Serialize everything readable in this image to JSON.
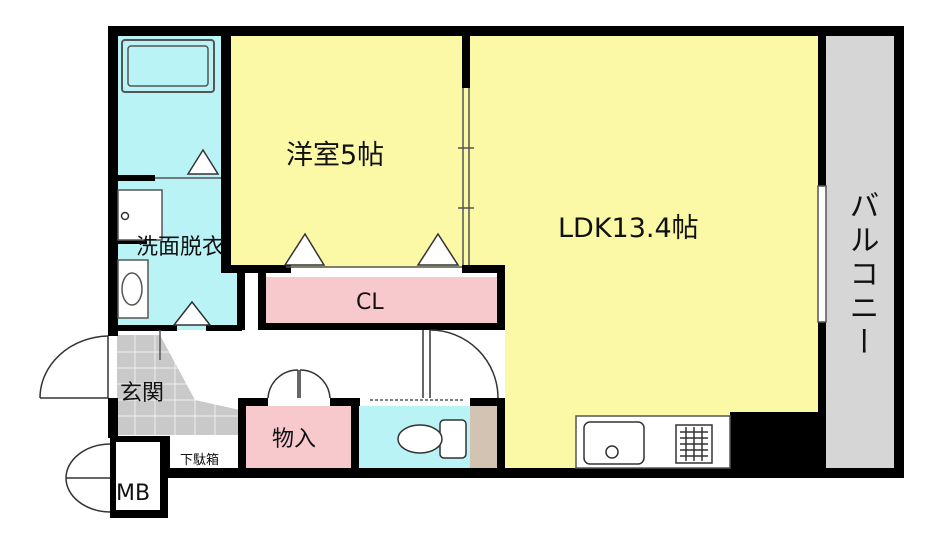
{
  "plan": {
    "rooms": {
      "western_room": "洋室5帖",
      "ldk": "LDK13.4帖",
      "closet": "CL",
      "washroom": "洗面脱衣",
      "entrance": "玄関",
      "storage": "物入",
      "shoe_box": "下駄箱",
      "meter_box": "MB",
      "balcony": "バルコニー"
    },
    "colors": {
      "living_yellow": "#fbf9a6",
      "water_blue": "#b9f3f6",
      "closet_pink": "#f7c9cd",
      "balcony_gray": "#d6d6d6",
      "entrance_tile": "#c9c9c9",
      "wall": "#000000"
    }
  }
}
